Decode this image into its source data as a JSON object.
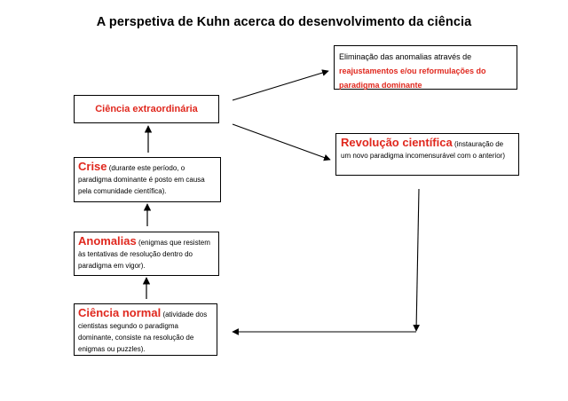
{
  "title": "A perspetiva de Kuhn acerca do desenvolvimento da ciência",
  "boxes": {
    "ciencia_extraordinaria": {
      "label": "Ciência extraordinária"
    },
    "crise": {
      "heading": "Crise",
      "description": "(durante este período, o paradigma dominante é posto em causa pela comunidade científica)."
    },
    "anomalias": {
      "heading": "Anomalias",
      "description": "(enigmas que resistem às tentativas de resolução dentro do paradigma em vigor)."
    },
    "ciencia_normal": {
      "heading": "Ciência normal",
      "description": "(atividade dos cientistas segundo o paradigma dominante, consiste na resolução de enigmas ou puzzles)."
    },
    "eliminacao": {
      "text": "Eliminação das anomalias através de",
      "emphasis": "reajustamentos e/ou reformulações do paradigma dominante"
    },
    "revolucao": {
      "heading": "Revolução científica",
      "description": "(instauração de um novo paradigma incomensurável com o anterior)"
    }
  },
  "colors": {
    "accent": "#e0281e",
    "line": "#000000"
  }
}
